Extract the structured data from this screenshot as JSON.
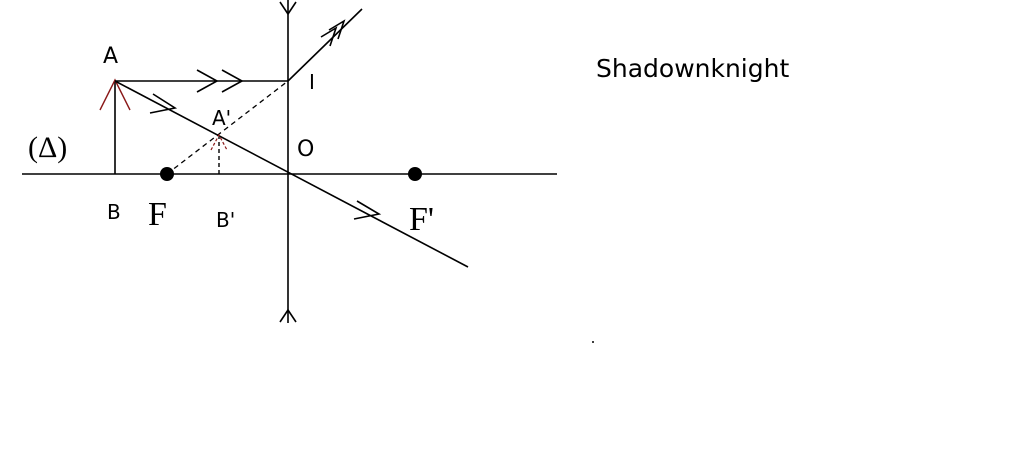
{
  "diagram": {
    "labels": {
      "axis": "(Δ)",
      "A": "A",
      "B": "B",
      "A_image": "A'",
      "B_image": "B'",
      "I": "I",
      "O": "O",
      "F": "F",
      "F_prime": "F'"
    },
    "lens_type": "diverging",
    "image_type": "virtual"
  },
  "attribution": "Shadownknight",
  "colors": {
    "ink": "#000000",
    "arrow_tip": "#8b1a1a"
  }
}
